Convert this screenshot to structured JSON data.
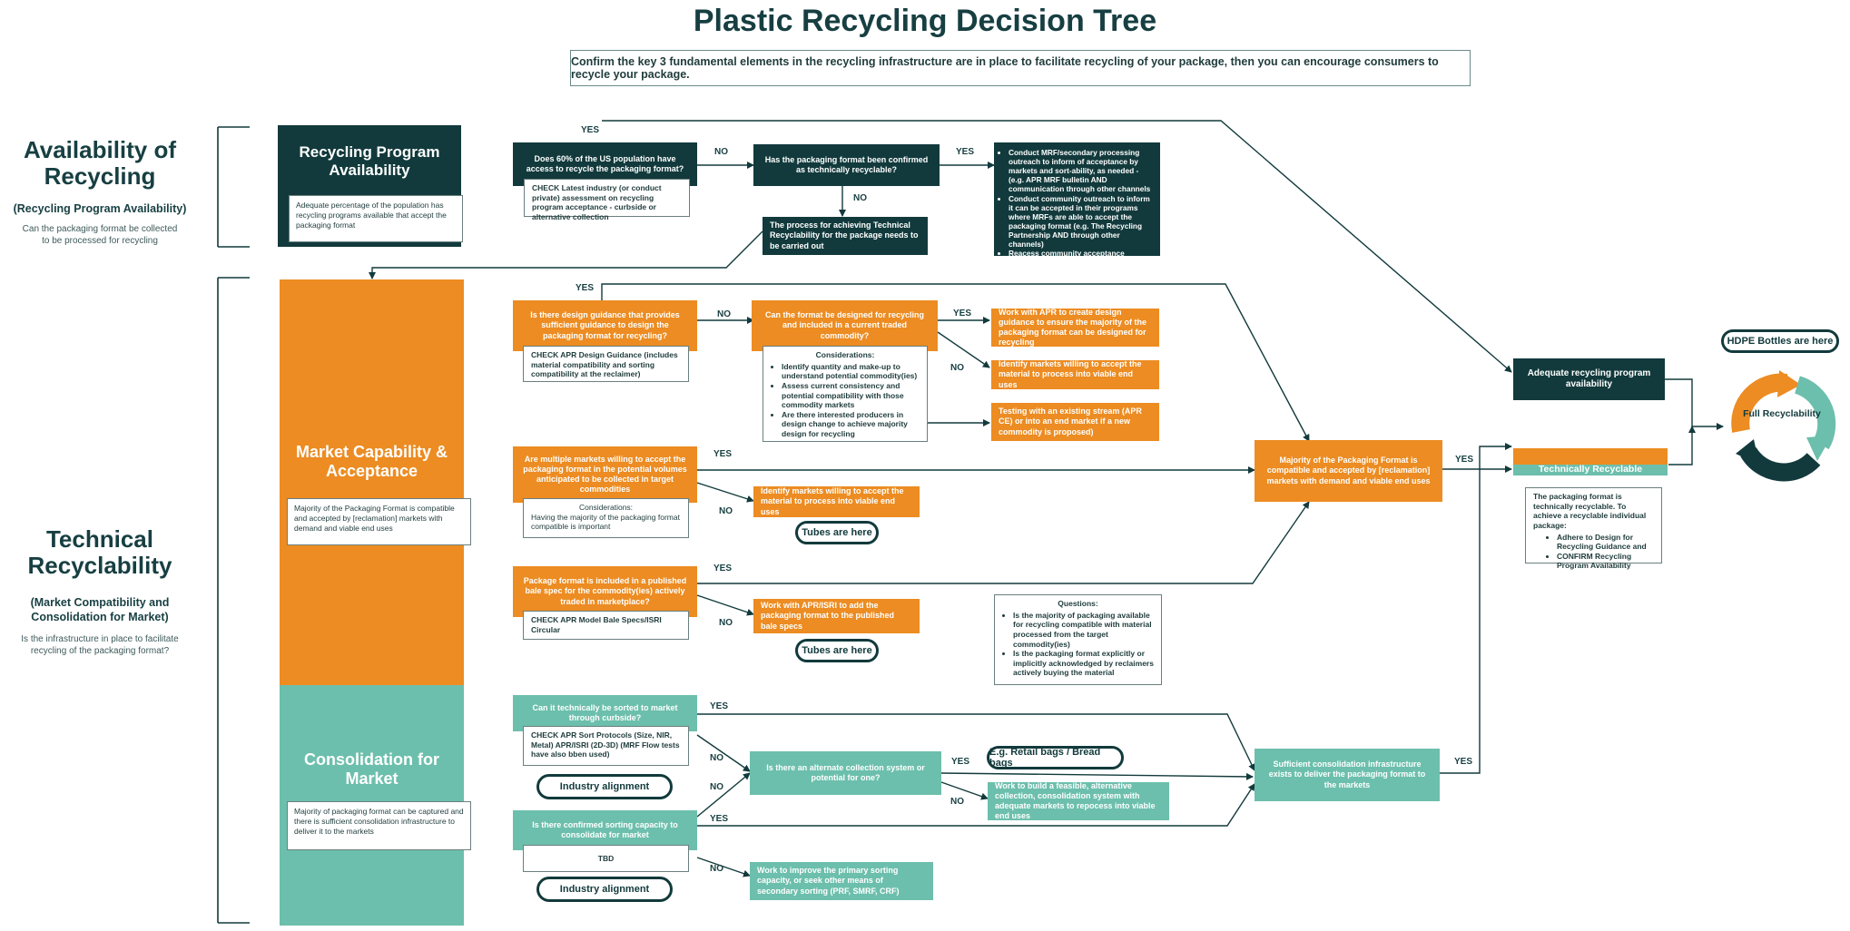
{
  "title": "Plastic Recycling Decision Tree",
  "subtitle": "Confirm the key 3 fundamental elements in the recycling infrastructure are in place to facilitate recycling of your package, then you can encourage consumers to recycle your package.",
  "sections": {
    "availability": {
      "title": "Availability of Recycling",
      "sub": "(Recycling Program Availability)",
      "desc": "Can the packaging format be collected to be processed for recycling"
    },
    "technical": {
      "title": "Technical Recyclability",
      "sub": "(Market Compatibility and Consolidation for Market)",
      "desc": "Is the infrastructure in place to facilitate recycling of the packaging format?"
    }
  },
  "bands": {
    "recycling_program": {
      "title": "Recycling Program Availability",
      "desc": "Adequate percentage of the population has recycling programs available that accept the packaging format"
    },
    "market": {
      "title": "Market Capability & Acceptance",
      "desc": "Majority of the Packaging Format is compatible and accepted by [reclamation] markets with demand and viable end uses"
    },
    "consolidation": {
      "title": "Consolidation for Market",
      "desc": "Majority of packaging format can be captured and there is sufficient consolidation infrastructure to deliver it to the markets"
    }
  },
  "availability_row": {
    "q1": "Does 60% of the US population have access to recycle the packaging format?",
    "q1_note": "CHECK Latest industry (or conduct private) assessment on recycling program acceptance - curbside or alternative collection",
    "q2": "Has the packaging format been confirmed as technically recyclable?",
    "process": "The process for achieving Technical Recyclability for the package needs to be carried out",
    "actions": [
      "Conduct MRF/secondary processing outreach to inform of acceptance by markets and sort-ability, as needed - (e.g. APR MRF bulletin AND communication through other channels",
      "Conduct community outreach to inform it can be accepted in their programs where MRFs are able to accept the packaging format (e.g. The Recycling Partnership AND through other channels)",
      "Reacess community acceptance"
    ]
  },
  "market_rows": {
    "q1": "Is there design guidance that provides sufficient guidance to design the packaging format for recycling?",
    "q1_note": "CHECK APR Design Guidance (includes material compatibility and sorting compatibility at the reclaimer)",
    "q2": "Can the format be designed for recycling and included in a current traded commodity?",
    "considerations_title": "Considerations:",
    "considerations": [
      "Identify quantity and make-up to understand potential commodity(ies)",
      "Assess current consistency and potential compatibility with those commodity markets",
      "Are there interested producers in design change to achieve majority design for recycling"
    ],
    "action_design": "Work with APR to create design guidance to ensure the majority of the packaging format can be designed for recycling",
    "action_markets": "Identify markets willing to accept the material to process into viable end uses",
    "action_testing": "Testing with an existing stream (APR CE) or into an end market if a new commodity is proposed)",
    "q3": "Are multiple markets willing to accept the packaging format in the potential volumes anticipated to be collected in target commodities",
    "q3_note_title": "Considerations:",
    "q3_note": "Having the majority of the packaging format compatible is important",
    "q3_action": "Identify markets willing to accept the material to process into viable end uses",
    "tubes1": "Tubes are here",
    "q4": "Package format is included in a published bale spec for the commodity(ies) actively traded in marketplace?",
    "q4_note": "CHECK APR Model Bale Specs/ISRI Circular",
    "q4_action": "Work with APR/ISRI to add the packaging format to the published bale specs",
    "tubes2": "Tubes are here",
    "questions_title": "Questions:",
    "questions": [
      "Is the majority of packaging available for recycling compatible with material processed from the target commodity(ies)",
      "Is the packaging format explicitly or implicitly acknowledged by reclaimers actively buying the material"
    ],
    "majority": "Majority of the Packaging Format is compatible and accepted by [reclamation] markets with demand and viable end uses"
  },
  "consolidation_rows": {
    "q1": "Can it technically be sorted to market through curbside?",
    "q1_note": "CHECK APR Sort Protocols (Size, NIR, Metal) APR/ISRI (2D-3D) (MRF Flow tests have also bben used)",
    "industry1": "Industry alignment",
    "q2": "Is there an alternate collection system or potential for one?",
    "retail": "E.g. Retail bags / Bread bags",
    "q2_action": "Work to build a feasible, alternative collection, consolidation system with adequate markets to repocess into viable end uses",
    "q3": "Is there confirmed sorting capacity to consolidate for market",
    "q3_note": "TBD",
    "industry2": "Industry alignment",
    "q3_action": "Work to improve the primary sorting capacity, or seek other means of secondary sorting (PRF, SMRF, CRF)",
    "sufficient": "Sufficient consolidation infrastructure exists to deliver the packaging format to the markets"
  },
  "outcomes": {
    "adequate": "Adequate recycling program availability",
    "tech_title": "Technically Recyclable",
    "tech_desc": "The packaging format is technically recyclable. To achieve a recyclable individual package:",
    "tech_items": [
      "Adhere to Design for Recycling Guidance and",
      "CONFIRM Recycling Program Availability"
    ],
    "hdpe": "HDPE Bottles are here",
    "full": "Full Recyclability"
  },
  "labels": {
    "yes": "YES",
    "no": "NO"
  },
  "colors": {
    "dark": "#123a3c",
    "orange": "#ec8c22",
    "teal": "#6cbfac"
  }
}
